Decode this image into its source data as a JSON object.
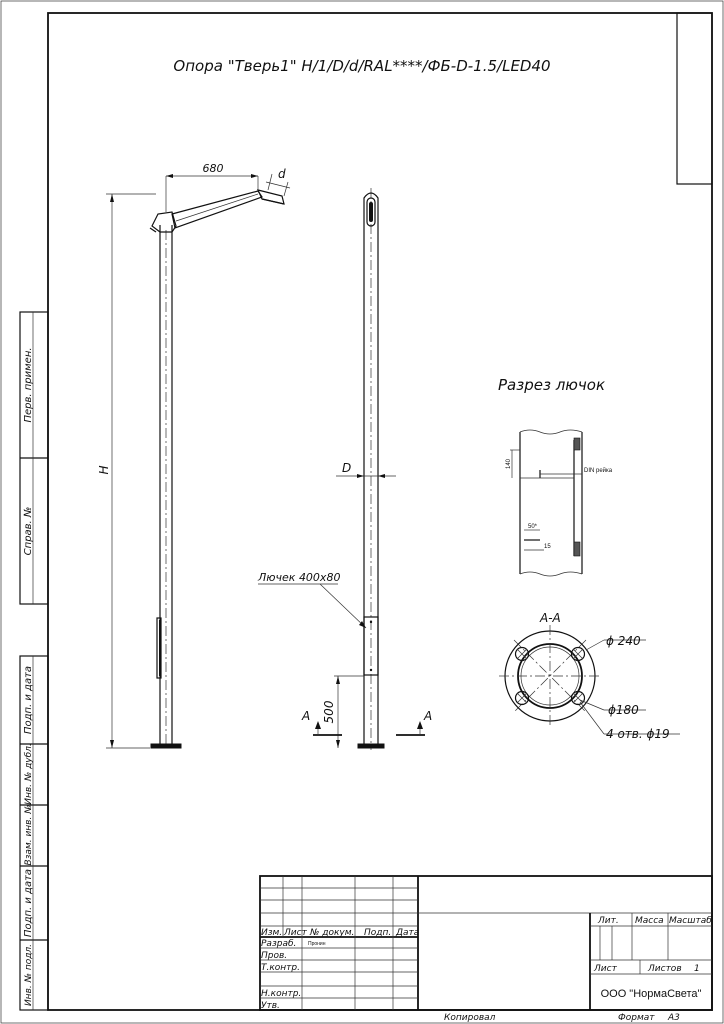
{
  "title": "Опора \"Тверь1\" H/1/D/d/RAL****/ФБ-D-1.5/LED40",
  "left_view": {
    "dim_arm": "680",
    "dim_d": "d",
    "dim_height": "H"
  },
  "front_view": {
    "dim_diameter": "D",
    "hatch_callout": "Лючек 400x80",
    "dim_hatch_height": "500",
    "section_mark_left": "A",
    "section_mark_right": "A"
  },
  "hatch_section": {
    "title": "Разрез лючок",
    "dim_140": "140",
    "label_din": "DIN рейка",
    "dim_50": "50*",
    "dim_15": "15"
  },
  "flange_section": {
    "title": "А-А",
    "dim_outer": "ϕ 240",
    "dim_bolt_circle": "ϕ180",
    "dim_holes": "4 отв. ϕ19"
  },
  "side_stamp": [
    "Перв. примен.",
    "Справ. №",
    "Подп. и дата",
    "Инв. № дубл.",
    "Взам. инв. №",
    "Подп. и дата",
    "Инв. № подл."
  ],
  "title_block": {
    "hdr_izm": "Изм.",
    "hdr_list": "Лист",
    "hdr_ndoc": "№ докум.",
    "hdr_podp": "Подп.",
    "hdr_data": "Дата",
    "row_razrab": "Разраб.",
    "razrab_name": "Пронин",
    "row_prov": "Пров.",
    "row_tkontr": "Т.контр.",
    "row_nkontr": "Н.контр.",
    "row_utv": "Утв.",
    "lit": "Лит.",
    "massa": "Масса",
    "masshtab": "Масштаб",
    "list": "Лист",
    "listov": "Листов",
    "listov_value": "1",
    "company": "ООО \"НормаСвета\""
  },
  "footer": {
    "kopiroval": "Копировал",
    "format": "Формат",
    "format_value": "А3"
  }
}
